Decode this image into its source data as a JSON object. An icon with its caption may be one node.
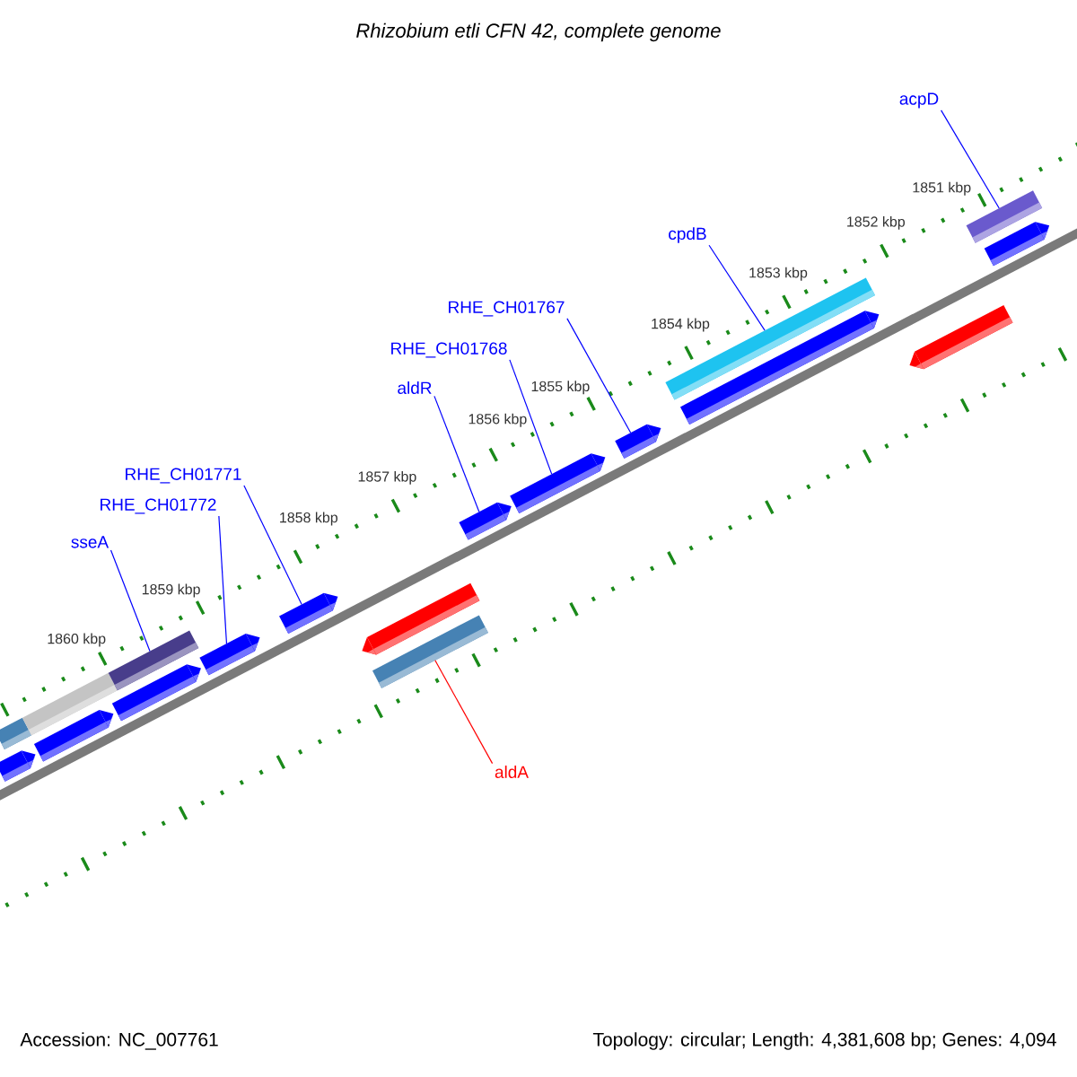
{
  "diagram": {
    "title": "Rhizobium etli CFN 42, complete genome",
    "nodes": [
      {
        "text": [
          "acpD"
        ]
      },
      {
        "text": [
          "cpdB"
        ]
      },
      {
        "text": [
          "RHE_CH01767"
        ]
      },
      {
        "text": [
          "RHE_CH01768"
        ]
      },
      {
        "text": [
          "aldR"
        ]
      },
      {
        "text": [
          "RHE_CH01771"
        ]
      },
      {
        "text": [
          "RHE_CH01772"
        ]
      },
      {
        "text": [
          "sseA"
        ]
      },
      {
        "text": [
          "aldA"
        ]
      },
      {
        "text": [],
        "shape": "bar"
      },
      {
        "text": [],
        "shape": "pentagon"
      },
      {
        "text": [],
        "shape": "bar"
      },
      {
        "text": [],
        "shape": "pentagon"
      },
      {
        "text": [],
        "shape": "bar"
      },
      {
        "text": [],
        "shape": "pentagon"
      },
      {
        "text": [],
        "shape": "pentagon"
      },
      {
        "text": [],
        "shape": "pentagon"
      },
      {
        "text": [],
        "shape": "pentagon"
      },
      {
        "text": [],
        "shape": "bar"
      },
      {
        "text": [],
        "shape": "pentagon"
      },
      {
        "text": [],
        "shape": "pentagon"
      },
      {
        "text": [],
        "shape": "pentagon"
      },
      {
        "text": [],
        "shape": "bar"
      },
      {
        "text": [],
        "shape": "pentagon"
      },
      {
        "text": [],
        "shape": "pentagon"
      },
      {
        "text": [],
        "shape": "bar"
      },
      {
        "text": [],
        "shape": "pentagon"
      }
    ],
    "edges": [
      {
        "from": 0,
        "to": 25,
        "arrow": "none"
      },
      {
        "from": 1,
        "to": 22,
        "arrow": "none"
      },
      {
        "from": 2,
        "to": 21,
        "arrow": "none"
      },
      {
        "from": 3,
        "to": 20,
        "arrow": "none"
      },
      {
        "from": 4,
        "to": 19,
        "arrow": "none"
      },
      {
        "from": 5,
        "to": 16,
        "arrow": "none"
      },
      {
        "from": 6,
        "to": 15,
        "arrow": "none"
      },
      {
        "from": 7,
        "to": 13,
        "arrow": "none"
      },
      {
        "from": 8,
        "to": 18,
        "arrow": "none",
        "color": "#ff0000"
      }
    ],
    "labels": [
      "1851 kbp",
      "1852 kbp",
      "1853 kbp",
      "1854 kbp",
      "1855 kbp",
      "1856 kbp",
      "1857 kbp",
      "1858 kbp",
      "1859 kbp",
      "1860 kbp",
      "Accession: NC_007761",
      "Topology: circular; Length: 4,381,608 bp; Genes: 4,094"
    ]
  }
}
